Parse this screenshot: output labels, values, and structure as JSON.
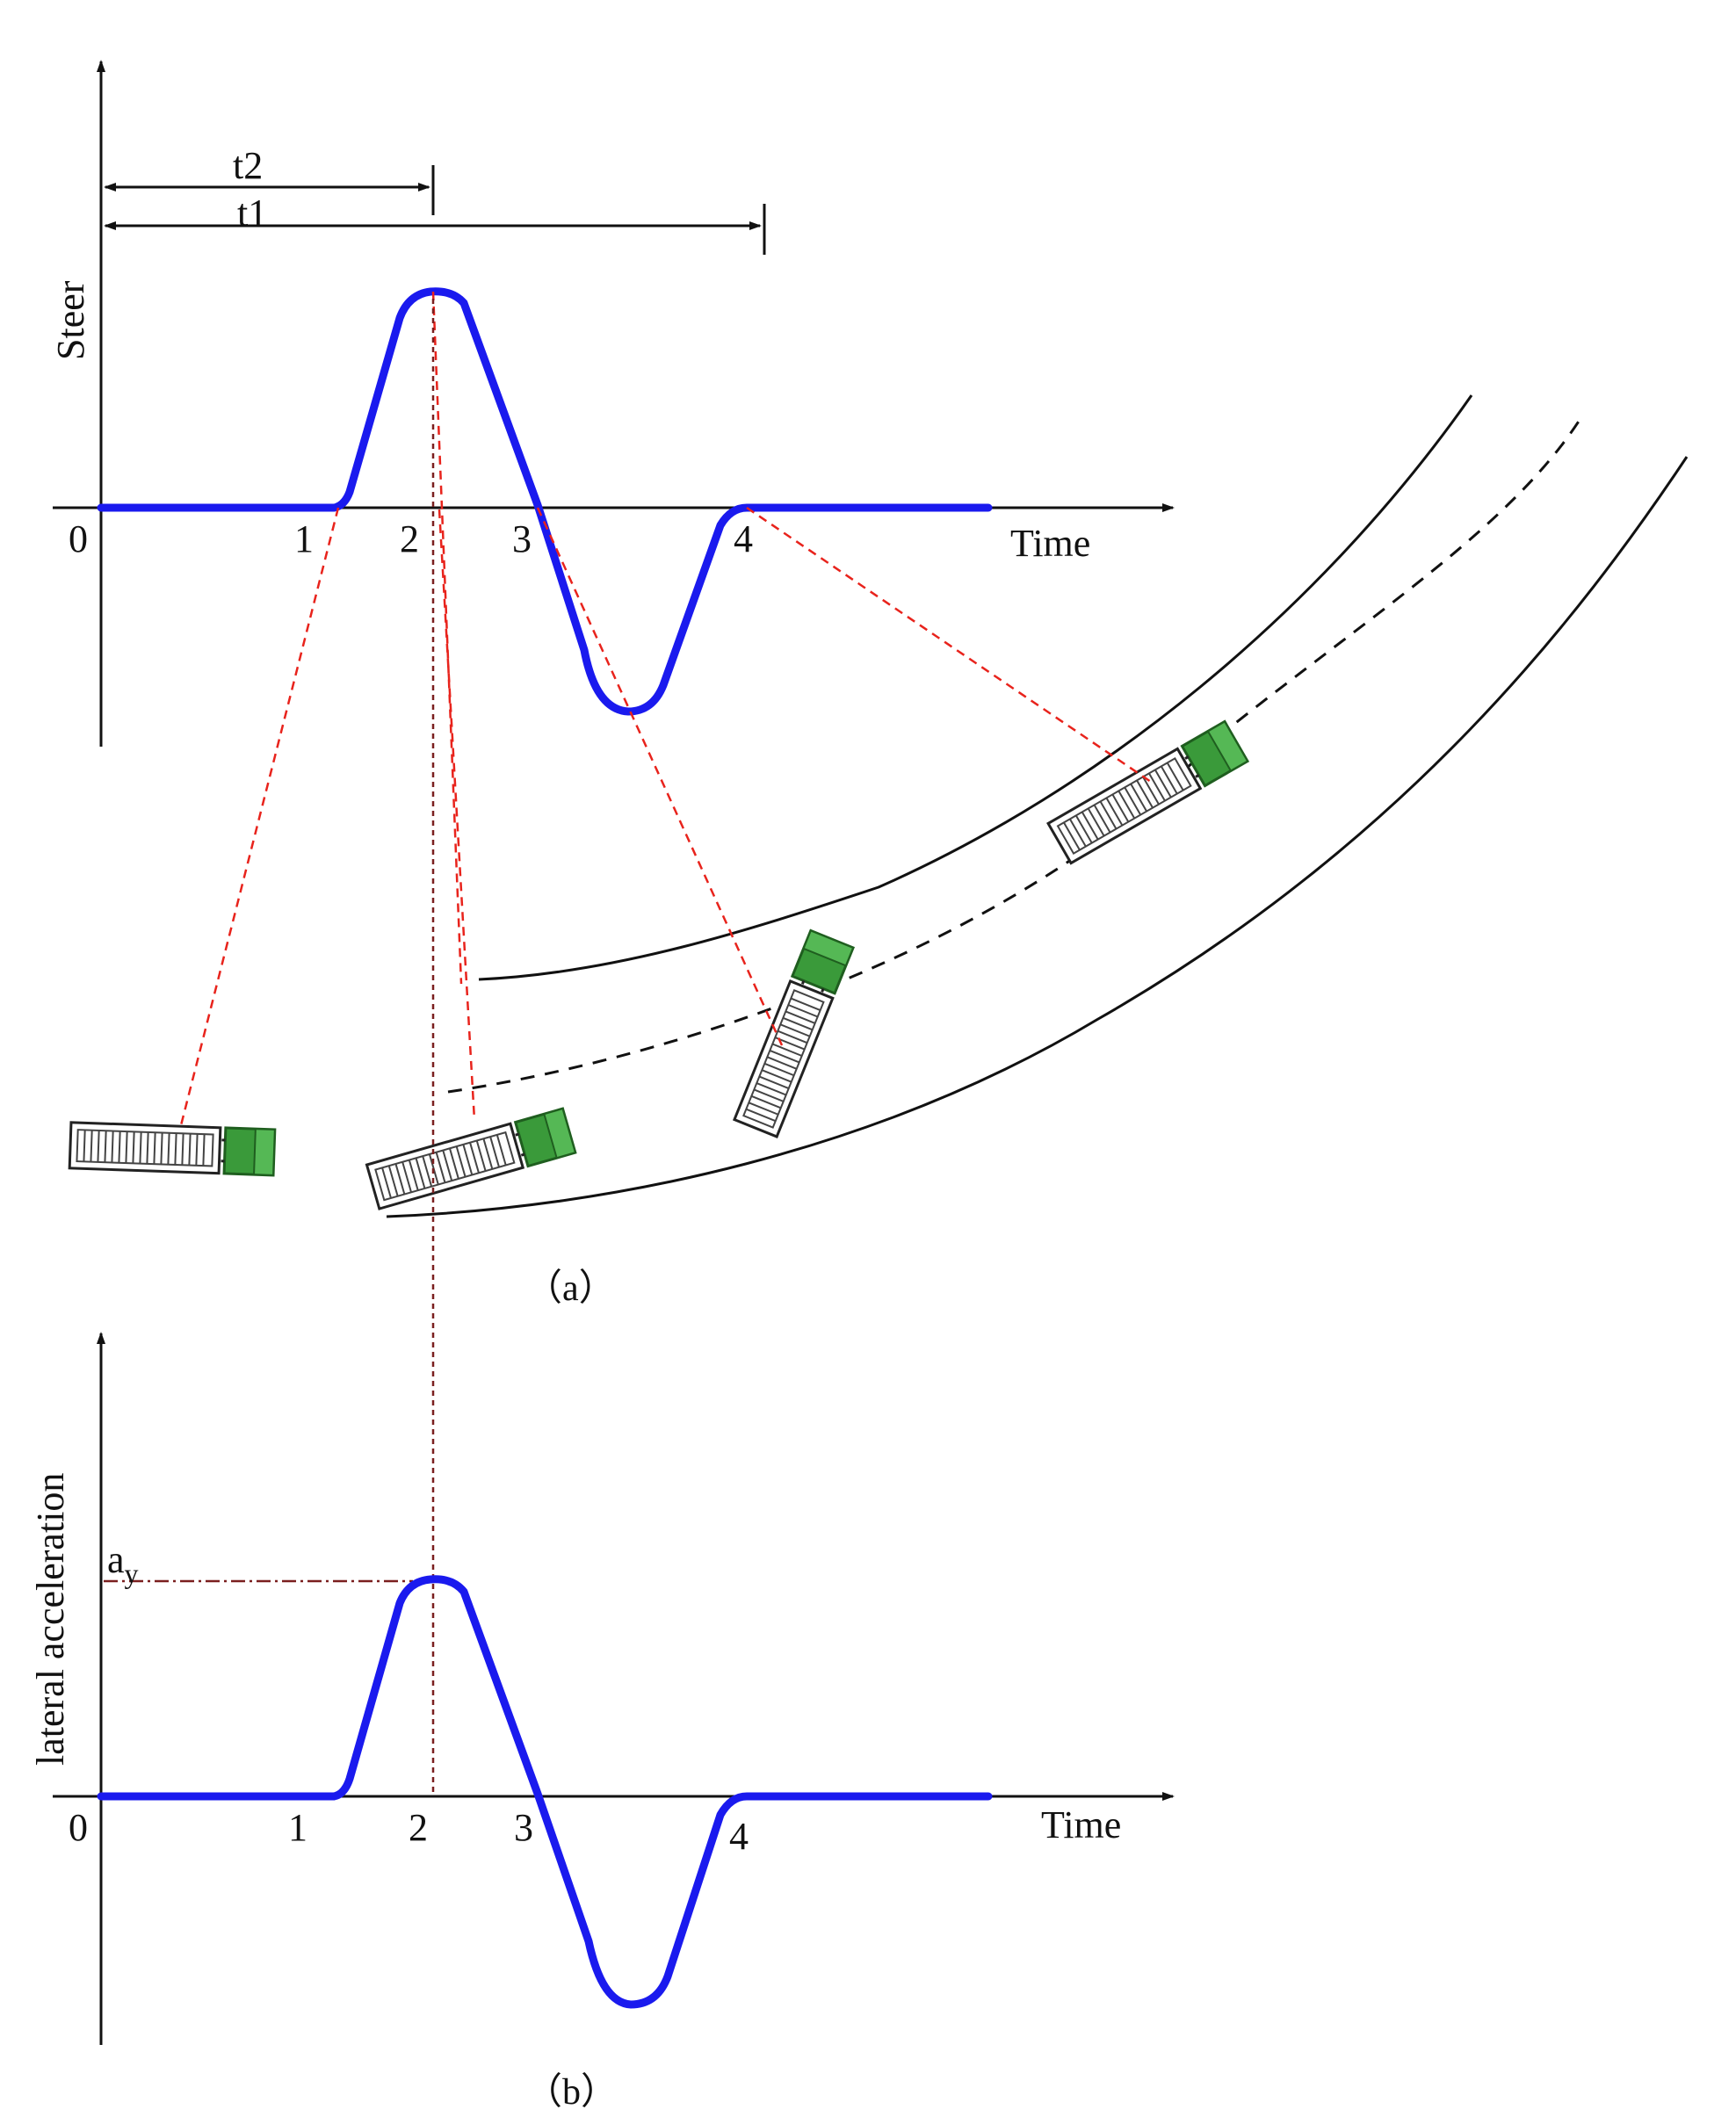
{
  "figure": {
    "panel_a": {
      "y_label": "Steer",
      "x_label": "Time",
      "tick_labels": [
        "0",
        "1",
        "2",
        "3",
        "4"
      ],
      "interval_labels": {
        "t2": "t2",
        "t1": "t1"
      },
      "caption": "（a）"
    },
    "panel_b": {
      "y_label": "lateral acceleration",
      "x_label": "Time",
      "tick_labels": [
        "0",
        "1",
        "2",
        "3",
        "4"
      ],
      "marker_label_main": "a",
      "marker_label_sub": "y",
      "caption": "（b）"
    },
    "colors": {
      "curve": "#1a1aee",
      "axes": "#111111",
      "guide_red": "#e8231c",
      "guide_dark": "#7a1f1f",
      "road": "#111111",
      "truck_cab": "#3a9a3a",
      "trailer": "#444444"
    },
    "icons": [
      "truck-trailer-icon"
    ]
  }
}
